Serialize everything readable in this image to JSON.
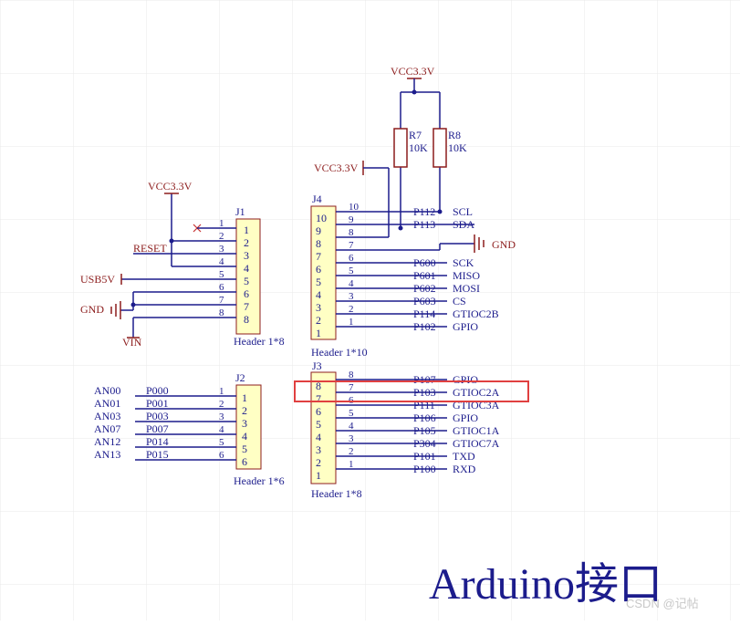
{
  "title": "Arduino接口",
  "watermark": "CSDN @记帖",
  "colors": {
    "wire": "#1c1c8c",
    "pin_text": "#1c1c8c",
    "power": "#8c1c1c",
    "body_fill": "#ffffc4",
    "body_stroke": "#8c1c1c",
    "grid": "#e8e8e8",
    "highlight": "#e04040",
    "title": "#1c1c8c"
  },
  "power": {
    "vcc_j1": "VCC3.3V",
    "vcc_j4": "VCC3.3V",
    "vcc_pullup": "VCC3.3V",
    "usb5v": "USB5V",
    "gnd_j1": "GND",
    "gnd_j4": "GND",
    "vin": "VIN",
    "reset": "RESET"
  },
  "resistors": [
    {
      "ref": "R7",
      "value": "10K"
    },
    {
      "ref": "R8",
      "value": "10K"
    }
  ],
  "J1": {
    "ref": "J1",
    "footer": "Header 1*8",
    "pins": [
      "1",
      "2",
      "3",
      "4",
      "5",
      "6",
      "7",
      "8"
    ]
  },
  "J4": {
    "ref": "J4",
    "footer": "Header 1*10",
    "pins": [
      {
        "num": "10",
        "net": "P112",
        "func": "SCL"
      },
      {
        "num": "9",
        "net": "P113",
        "func": "SDA"
      },
      {
        "num": "8",
        "net": "",
        "func": ""
      },
      {
        "num": "7",
        "net": "",
        "func": ""
      },
      {
        "num": "6",
        "net": "P600",
        "func": "SCK"
      },
      {
        "num": "5",
        "net": "P601",
        "func": "MISO"
      },
      {
        "num": "4",
        "net": "P602",
        "func": "MOSI"
      },
      {
        "num": "3",
        "net": "P603",
        "func": "CS"
      },
      {
        "num": "2",
        "net": "P114",
        "func": "GTIOC2B"
      },
      {
        "num": "1",
        "net": "P102",
        "func": "GPIO"
      }
    ]
  },
  "J2": {
    "ref": "J2",
    "footer": "Header 1*6",
    "pins": [
      {
        "num": "1",
        "an": "AN00",
        "net": "P000"
      },
      {
        "num": "2",
        "an": "AN01",
        "net": "P001"
      },
      {
        "num": "3",
        "an": "AN03",
        "net": "P003"
      },
      {
        "num": "4",
        "an": "AN07",
        "net": "P007"
      },
      {
        "num": "5",
        "an": "AN12",
        "net": "P014"
      },
      {
        "num": "6",
        "an": "AN13",
        "net": "P015"
      }
    ]
  },
  "J3": {
    "ref": "J3",
    "footer": "Header 1*8",
    "pins": [
      {
        "num": "8",
        "net": "P107",
        "func": "GPIO"
      },
      {
        "num": "7",
        "net": "P103",
        "func": "GTIOC2A"
      },
      {
        "num": "6",
        "net": "P111",
        "func": "GTIOC3A"
      },
      {
        "num": "5",
        "net": "P106",
        "func": "GPIO"
      },
      {
        "num": "4",
        "net": "P105",
        "func": "GTIOC1A"
      },
      {
        "num": "3",
        "net": "P304",
        "func": "GTIOC7A"
      },
      {
        "num": "2",
        "net": "P101",
        "func": "TXD"
      },
      {
        "num": "1",
        "net": "P100",
        "func": "RXD"
      }
    ]
  }
}
